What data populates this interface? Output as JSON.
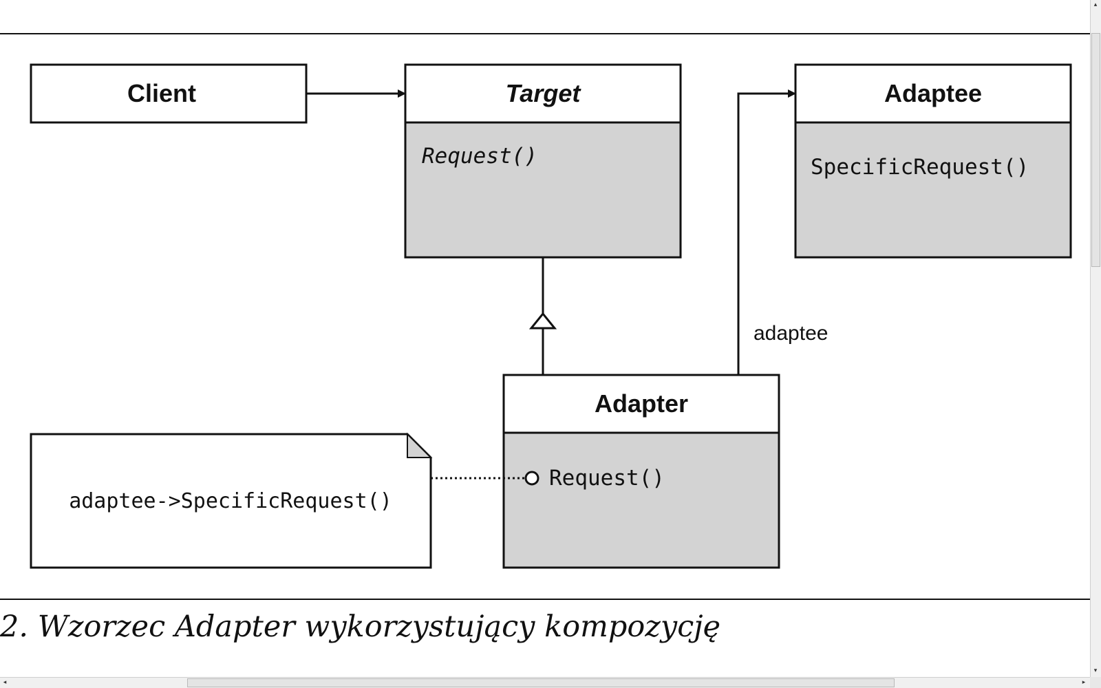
{
  "diagram": {
    "classes": {
      "client": {
        "name": "Client"
      },
      "target": {
        "name": "Target",
        "operation": "Request()"
      },
      "adaptee": {
        "name": "Adaptee",
        "operation": "SpecificRequest()"
      },
      "adapter": {
        "name": "Adapter",
        "operation": "Request()"
      }
    },
    "association_label": "adaptee",
    "note": "adaptee->SpecificRequest()",
    "colors": {
      "box_fill": "#ffffff",
      "compartment_fill": "#d3d3d3",
      "stroke": "#111111"
    }
  },
  "caption": "2. Wzorzec Adapter wykorzystujący kompozycję",
  "scrollbars": {
    "left_arrow": "◂",
    "right_arrow": "▸",
    "up_arrow": "▴",
    "down_arrow": "▾"
  }
}
